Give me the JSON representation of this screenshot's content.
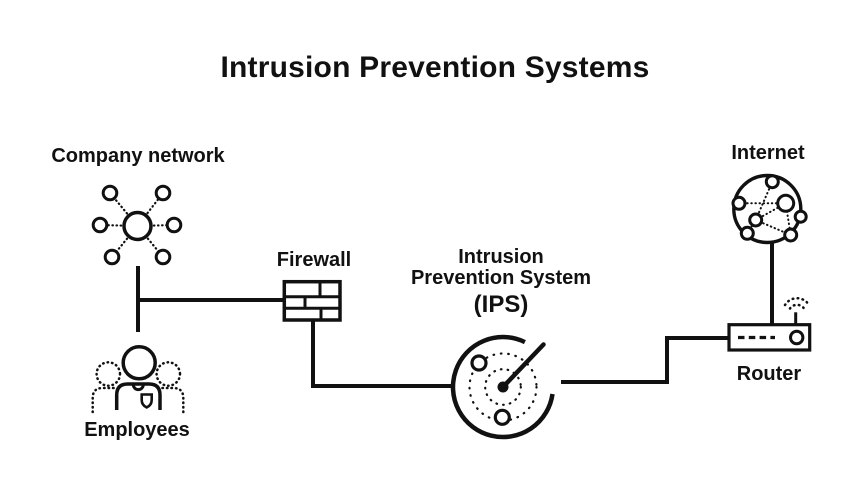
{
  "title": "Intrusion Prevention Systems",
  "colors": {
    "ink": "#111111",
    "background": "#ffffff"
  },
  "nodes": {
    "company_network": {
      "label": "Company network",
      "icon": "network-hub-icon"
    },
    "employees": {
      "label": "Employees",
      "icon": "employees-icon"
    },
    "firewall": {
      "label": "Firewall",
      "icon": "firewall-brick-wall-icon"
    },
    "ips": {
      "label_line1": "Intrusion",
      "label_line2": "Prevention System",
      "acronym": "(IPS)",
      "icon": "radar-scan-icon"
    },
    "internet": {
      "label": "Internet",
      "icon": "internet-globe-icon"
    },
    "router": {
      "label": "Router",
      "icon": "wifi-router-icon"
    }
  },
  "connections": [
    {
      "from": "company_network",
      "to": "employees",
      "style": "solid"
    },
    {
      "from": "company_network",
      "to": "firewall",
      "style": "solid"
    },
    {
      "from": "firewall",
      "to": "ips",
      "style": "solid"
    },
    {
      "from": "ips",
      "to": "router",
      "style": "solid"
    },
    {
      "from": "internet",
      "to": "router",
      "style": "solid"
    }
  ]
}
